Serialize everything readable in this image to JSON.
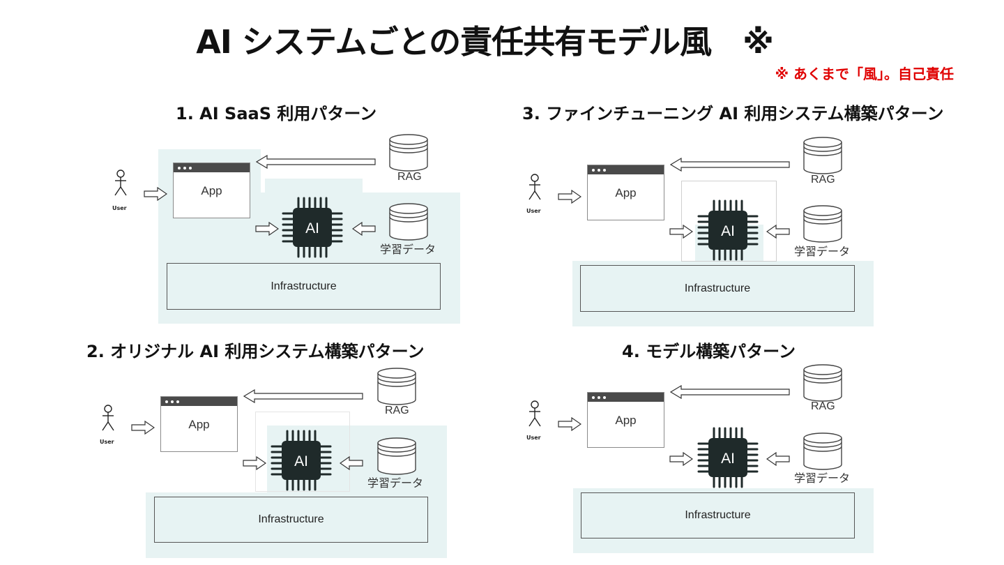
{
  "title": "AI システムごとの責任共有モデル風　※",
  "note": "※ あくまで「風」。自己責任",
  "panels": [
    {
      "title": "1. AI SaaS 利用パターン"
    },
    {
      "title": "2. オリジナル  AI 利用システム構築パターン"
    },
    {
      "title": "3. ファインチューニング  AI 利用システム構築パターン"
    },
    {
      "title": "4. モデル構築パターン"
    }
  ],
  "labels": {
    "app": "App",
    "ai": "AI",
    "rag": "RAG",
    "training": "学習データ",
    "infra": "Infrastructure",
    "user": "User"
  },
  "colors": {
    "shade": "#e7f3f3",
    "chip": "#1f2a2a",
    "note": "#e00000"
  }
}
